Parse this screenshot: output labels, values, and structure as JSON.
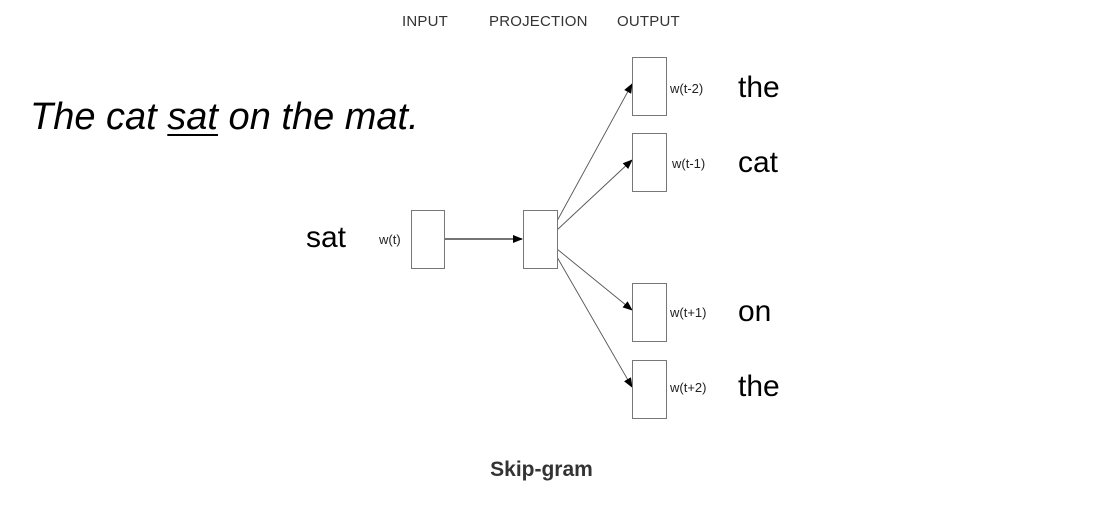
{
  "headers": {
    "input": "INPUT",
    "projection": "PROJECTION",
    "output": "OUTPUT"
  },
  "sentence": {
    "before": "The cat ",
    "highlight": "sat",
    "after": " on the mat."
  },
  "input_node": {
    "word": "sat",
    "label": "w(t)"
  },
  "output_nodes": [
    {
      "label": "w(t-2)",
      "word": "the"
    },
    {
      "label": "w(t-1)",
      "word": "cat"
    },
    {
      "label": "w(t+1)",
      "word": "on"
    },
    {
      "label": "w(t+2)",
      "word": "the"
    }
  ],
  "caption": "Skip-gram",
  "colors": {
    "edge": "#555555",
    "arrow": "#000000",
    "box_border": "#777777"
  }
}
